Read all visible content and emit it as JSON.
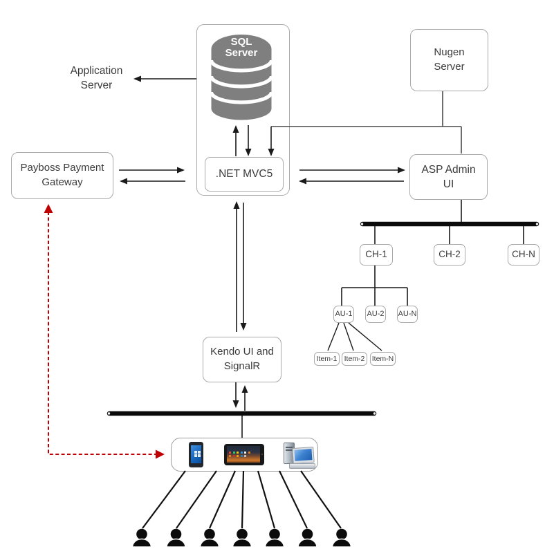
{
  "colors": {
    "connector": "#1a1a1a",
    "node_border": "#a9a9a9",
    "text": "#3a3a3a",
    "database_gray": "#7f7f7f",
    "database_text": "#ffffff",
    "bus_bar": "#0a0a0a",
    "red_accent": "#c00000"
  },
  "nodes": {
    "application_server": {
      "label": "Application\nServer"
    },
    "sql_server": {
      "label": "SQL\nServer"
    },
    "net_mvc5": {
      "label": ".NET MVC5"
    },
    "nugen_server": {
      "label": "Nugen\nServer"
    },
    "payboss_gateway": {
      "label": "Payboss Payment\nGateway"
    },
    "asp_admin_ui": {
      "label": "ASP Admin\nUI"
    },
    "kendo_signalr": {
      "label": "Kendo UI and\nSignalR"
    },
    "channels": [
      {
        "label": "CH-1"
      },
      {
        "label": "CH-2"
      },
      {
        "label": "CH-N"
      }
    ],
    "admin_units": [
      {
        "label": "AU-1"
      },
      {
        "label": "AU-2"
      },
      {
        "label": "AU-N"
      }
    ],
    "items": [
      {
        "label": "Item-1"
      },
      {
        "label": "Item-2"
      },
      {
        "label": "Item-N"
      }
    ]
  },
  "icons": {
    "database": "database-icon",
    "smartphone": "smartphone-icon",
    "tablet": "tablet-icon",
    "desktop": "desktop-computer-icon",
    "user": "person-icon"
  },
  "counts": {
    "user_icons": 7
  }
}
